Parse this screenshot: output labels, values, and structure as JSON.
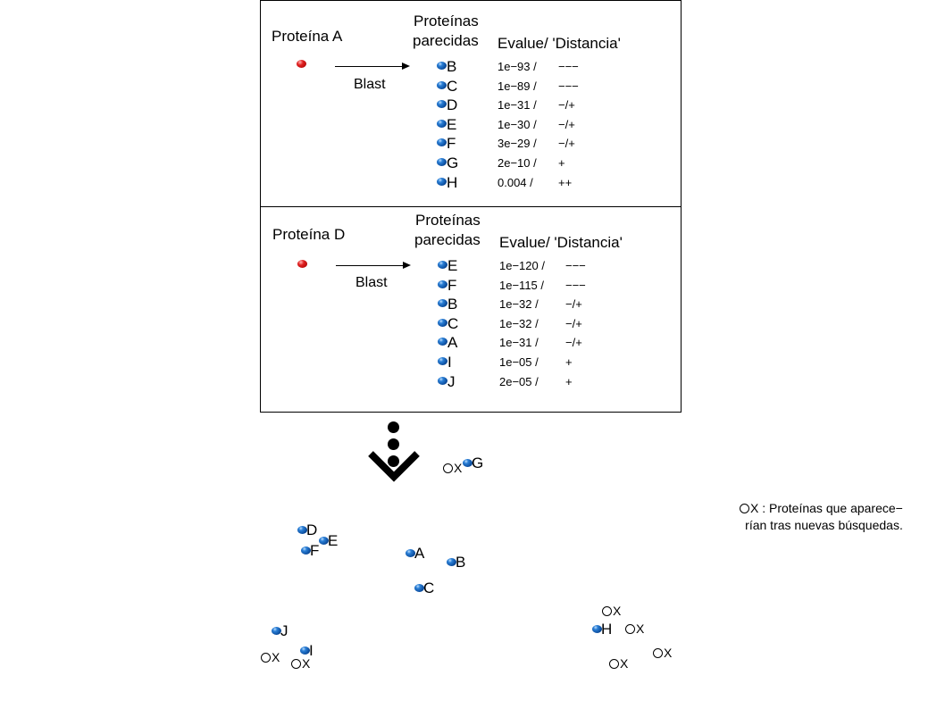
{
  "panels": [
    {
      "query": "Proteína A",
      "similar_header_1": "Proteínas",
      "similar_header_2": "parecidas",
      "evalue_header": "Evalue/ 'Distancia'",
      "arrow_label": "Blast",
      "rows": [
        {
          "protein": "B",
          "evalue": "1e−93 /",
          "distance": "−−−"
        },
        {
          "protein": "C",
          "evalue": "1e−89 /",
          "distance": "−−−"
        },
        {
          "protein": "D",
          "evalue": "1e−31 /",
          "distance": "−/+"
        },
        {
          "protein": "E",
          "evalue": "1e−30 /",
          "distance": "−/+"
        },
        {
          "protein": "F",
          "evalue": "3e−29 /",
          "distance": "−/+"
        },
        {
          "protein": "G",
          "evalue": "2e−10 /",
          "distance": "+"
        },
        {
          "protein": "H",
          "evalue": "0.004 /",
          "distance": "++"
        }
      ]
    },
    {
      "query": "Proteína D",
      "similar_header_1": "Proteínas",
      "similar_header_2": "parecidas",
      "evalue_header": "Evalue/ 'Distancia'",
      "arrow_label": "Blast",
      "rows": [
        {
          "protein": "E",
          "evalue": "1e−120 /",
          "distance": "−−−"
        },
        {
          "protein": "F",
          "evalue": "1e−115 /",
          "distance": "−−−"
        },
        {
          "protein": "B",
          "evalue": "1e−32 /",
          "distance": "−/+"
        },
        {
          "protein": "C",
          "evalue": "1e−32 /",
          "distance": "−/+"
        },
        {
          "protein": "A",
          "evalue": "1e−31 /",
          "distance": "−/+"
        },
        {
          "protein": "I",
          "evalue": "1e−05 /",
          "distance": "+"
        },
        {
          "protein": "J",
          "evalue": "2e−05 /",
          "distance": "+"
        }
      ]
    }
  ],
  "map": {
    "points": [
      "G",
      "D",
      "E",
      "F",
      "A",
      "B",
      "C",
      "J",
      "I",
      "H"
    ],
    "unknown_label": "X",
    "legend_line1": "X : Proteínas que aparece−",
    "legend_line2": "rían tras nuevas búsquedas."
  },
  "colors": {
    "query": "#e02020",
    "similar": "#0a4a9a"
  }
}
